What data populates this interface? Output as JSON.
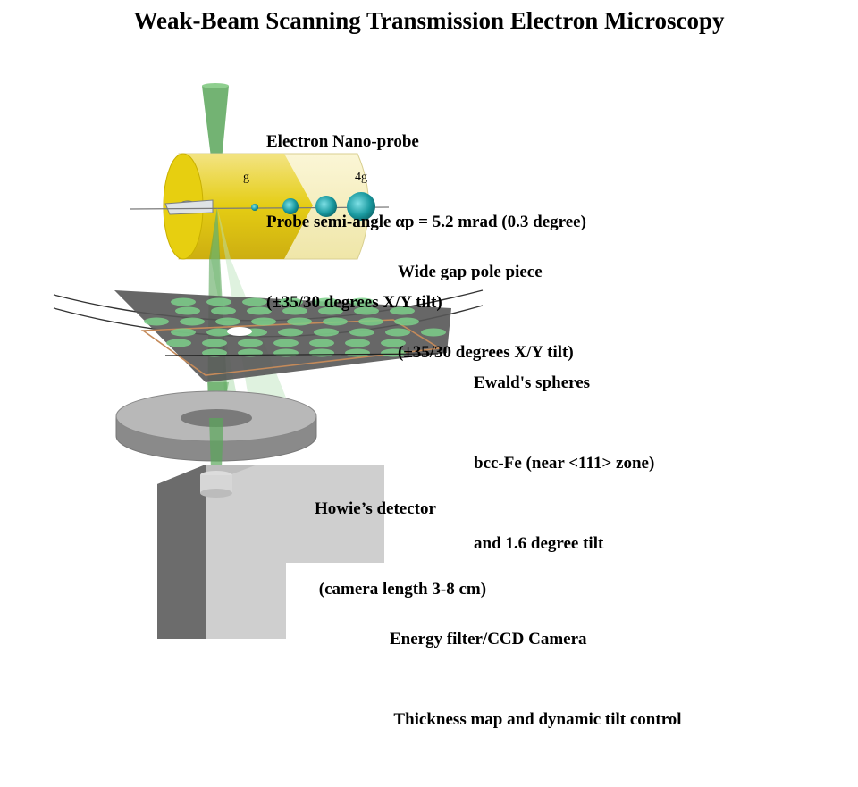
{
  "title": "Weak-Beam Scanning Transmission Electron Microscopy",
  "probe": {
    "line1": "Electron Nano-probe",
    "line2": "Probe semi-angle αp = 5.2 mrad (0.3 degree)",
    "line3": "(±35/30 degrees X/Y tilt)"
  },
  "pole_piece": {
    "line1": "Wide gap pole piece",
    "line2": "(±35/30 degrees X/Y tilt)"
  },
  "reflections": {
    "g": "g",
    "g4": "4g"
  },
  "ewald": {
    "line1": "Ewald's spheres",
    "line2": "bcc-Fe (near <111> zone)",
    "line3": "and 1.6 degree tilt"
  },
  "detector": {
    "line1": "Howie’s detector",
    "line2": " (camera length 3-8 cm)"
  },
  "camera": {
    "line1": "Energy filter/CCD Camera",
    "line2": " Thickness map and dynamic tilt control"
  },
  "colors": {
    "beam_green": "#5aa65a",
    "pole_yellow": "#e8d000",
    "pole_light": "#f5f0c0",
    "sphere_teal": "#1a9aa0",
    "plate_gray": "#555555",
    "spot_green": "#7ccf8a",
    "detector_gray": "#9a9a9a",
    "camera_gray": "#8a8a8a"
  }
}
